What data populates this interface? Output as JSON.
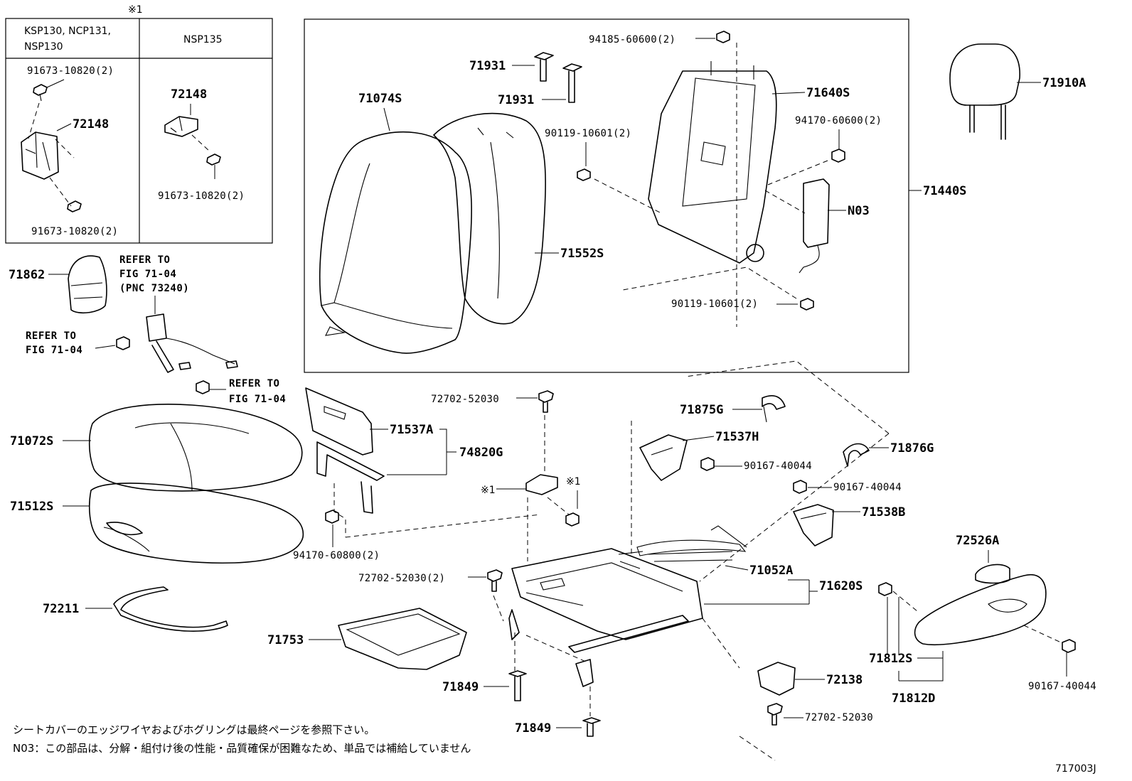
{
  "inset_table": {
    "marker": "※1",
    "col1_header": "KSP130, NCP131,\nNSP130",
    "col1_header_line1": "KSP130, NCP131,",
    "col1_header_line2": "NSP130",
    "col2_header": "NSP135",
    "col1_parts": [
      "91673-10820(2)",
      "72148",
      "91673-10820(2)"
    ],
    "col2_parts": [
      "72148",
      "91673-10820(2)"
    ]
  },
  "labels": {
    "p94185": "94185-60600(2)",
    "p71931a": "71931",
    "p71931b": "71931",
    "p71074S": "71074S",
    "p71640S": "71640S",
    "p71910A": "71910A",
    "p94170a": "94170-60600(2)",
    "p90119a": "90119-10601(2)",
    "p71440S": "71440S",
    "pN03": "N03",
    "p71552S": "71552S",
    "p90119b": "90119-10601(2)",
    "p71862": "71862",
    "ref1_l1": "REFER TO",
    "ref1_l2": "FIG 71-04",
    "ref1_l3": "(PNC 73240)",
    "ref2_l1": "REFER TO",
    "ref2_l2": "FIG 71-04",
    "ref3_l1": "REFER TO",
    "ref3_l2": "FIG 71-04",
    "p72702a": "72702-52030",
    "p71875G": "71875G",
    "p71537A": "71537A",
    "p71537H": "71537H",
    "p71876G": "71876G",
    "p74820G": "74820G",
    "p71072S": "71072S",
    "p90167a": "90167-40044",
    "p90167b": "90167-40044",
    "x1a": "※1",
    "x1b": "※1",
    "p71512S": "71512S",
    "p71538B": "71538B",
    "p94170b": "94170-60800(2)",
    "p72526A": "72526A",
    "p72702b": "72702-52030(2)",
    "p71052A": "71052A",
    "p71620S": "71620S",
    "p72211": "72211",
    "p71753": "71753",
    "p71812S": "71812S",
    "p71812D": "71812D",
    "p90167c": "90167-40044",
    "p72138": "72138",
    "p71849a": "71849",
    "p71849b": "71849",
    "p72702c": "72702-52030"
  },
  "notes": {
    "line1": "シートカバーのエッジワイヤおよびホグリングは最終ページを参照下さい。",
    "line2": "N03：この部品は、分解・組付け後の性能・品質確保が困難なため、単品では補給していません"
  },
  "figure_id": "717003J"
}
